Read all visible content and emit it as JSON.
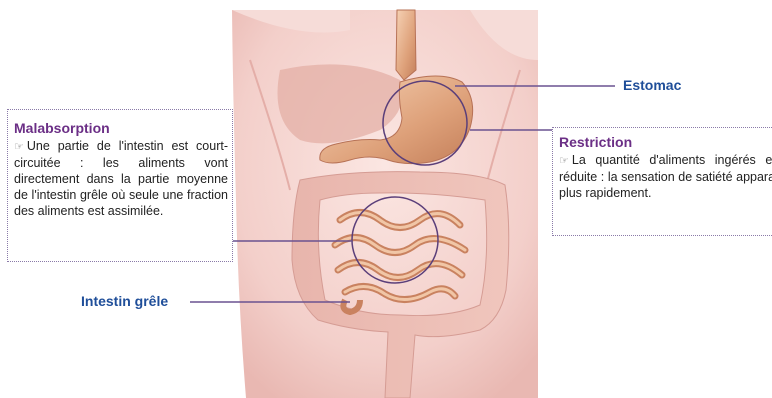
{
  "labels": {
    "estomac": "Estomac",
    "intestin_grele": "Intestin grêle"
  },
  "callouts": {
    "malabsorption": {
      "title": "Malabsorption",
      "icon": "pointing-hand-icon",
      "text": "Une partie de l'intestin est court-circuitée : les aliments vont directement dans la partie moyenne de l'intestin grêle où seule une fraction des aliments est assimilée."
    },
    "restriction": {
      "title": "Restriction",
      "icon": "pointing-hand-icon",
      "text": "La quantité d'aliments ingérés est réduite : la sensation de satiété apparaît plus rapidement."
    }
  },
  "colors": {
    "label_blue": "#1f4e99",
    "title_purple": "#6b2f86",
    "leader_line": "#6a5290",
    "skin": "#f3d3cf",
    "organ": "#d99a6f"
  }
}
